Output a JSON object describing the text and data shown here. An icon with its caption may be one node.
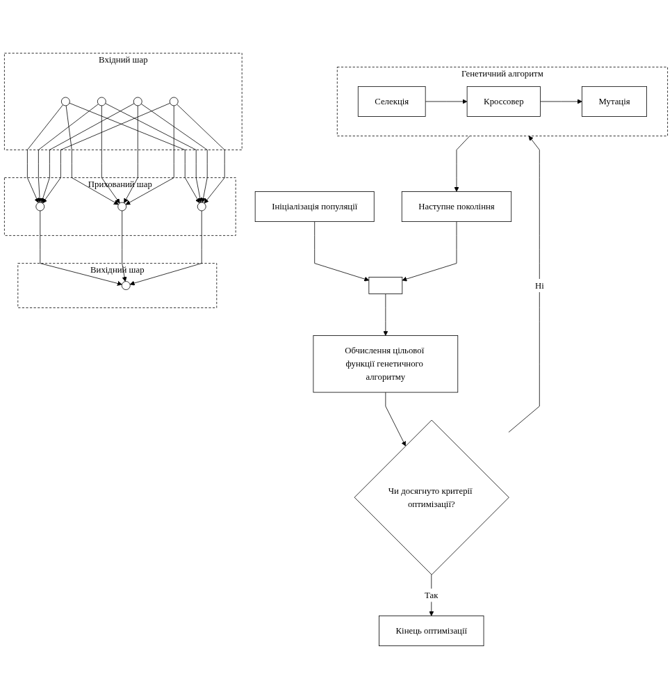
{
  "diagram": {
    "nodes": [
      {
        "text": [
          "Ініціалізація популяції"
        ]
      },
      {
        "text": [],
        "shape": "box"
      },
      {
        "text": [
          "Вхідний шар"
        ]
      },
      {
        "text": [],
        "shape": "circle",
        "in": 2
      },
      {
        "text": [],
        "shape": "circle",
        "in": 2
      },
      {
        "text": [],
        "shape": "circle",
        "in": 2
      },
      {
        "text": [],
        "shape": "circle",
        "in": 2
      },
      {
        "text": [
          "Прихований шар"
        ]
      },
      {
        "text": [],
        "shape": "circle",
        "in": 7
      },
      {
        "text": [],
        "shape": "circle",
        "in": 7
      },
      {
        "text": [],
        "shape": "circle",
        "in": 7
      },
      {
        "text": [
          "Вихідний шар"
        ]
      },
      {
        "text": [],
        "shape": "circle",
        "in": 11
      },
      {
        "text": [
          "Наступне покоління"
        ]
      },
      {
        "text": [
          "Генетичний алгоритм"
        ]
      },
      {
        "text": [
          "Мутація"
        ],
        "in": 14
      },
      {
        "text": [
          "Кроссовер"
        ],
        "in": 14
      },
      {
        "text": [
          "Селекція"
        ],
        "in": 14
      },
      {
        "text": [
          "Обчислення цільової функції генетичного алгоритму"
        ]
      },
      {
        "text": [
          "Чи досягнуто критерії оптимізації?"
        ]
      },
      {
        "text": [
          "Кінець оптимізації"
        ]
      }
    ],
    "edges": [
      {
        "from": 0,
        "to": 1,
        "arrow": "to"
      },
      {
        "from": 3,
        "to": 8,
        "arrow": "to"
      },
      {
        "from": 3,
        "to": 9,
        "arrow": "to"
      },
      {
        "from": 3,
        "to": 10,
        "arrow": "to"
      },
      {
        "from": 4,
        "to": 8,
        "arrow": "to"
      },
      {
        "from": 4,
        "to": 9,
        "arrow": "to"
      },
      {
        "from": 4,
        "to": 10,
        "arrow": "to"
      },
      {
        "from": 5,
        "to": 8,
        "arrow": "to"
      },
      {
        "from": 5,
        "to": 9,
        "arrow": "to"
      },
      {
        "from": 5,
        "to": 10,
        "arrow": "to"
      },
      {
        "from": 6,
        "to": 8,
        "arrow": "to"
      },
      {
        "from": 6,
        "to": 9,
        "arrow": "to"
      },
      {
        "from": 6,
        "to": 10,
        "arrow": "to"
      },
      {
        "from": 8,
        "to": 12,
        "arrow": "to"
      },
      {
        "from": 9,
        "to": 12,
        "arrow": "to"
      },
      {
        "from": 10,
        "to": 12,
        "arrow": "to"
      },
      {
        "from": 1,
        "to": 18,
        "arrow": "to"
      },
      {
        "from": 18,
        "to": 19,
        "arrow": "to"
      },
      {
        "from": 19,
        "to": 14,
        "label": "Ні",
        "arrow": "to"
      },
      {
        "from": 17,
        "to": 16,
        "arrow": "to"
      },
      {
        "from": 16,
        "to": 15,
        "arrow": "to"
      },
      {
        "from": 14,
        "to": 13,
        "arrow": "to"
      },
      {
        "from": 13,
        "to": 1,
        "arrow": "to"
      },
      {
        "from": 19,
        "to": 20,
        "label": "Так",
        "arrow": "to"
      }
    ]
  }
}
